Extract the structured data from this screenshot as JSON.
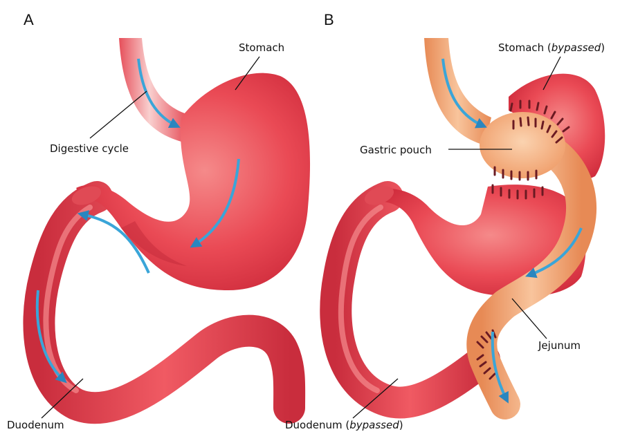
{
  "panels": {
    "a": {
      "letter": "A"
    },
    "b": {
      "letter": "B"
    }
  },
  "labels": {
    "a_stomach": "Stomach",
    "a_digestive": "Digestive cycle",
    "a_duodenum": "Duodenum",
    "b_stomach_prefix": "Stomach (",
    "b_stomach_italic": "bypassed",
    "b_stomach_suffix": ")",
    "b_pouch": "Gastric pouch",
    "b_jejunum": "Jejunum",
    "b_duo_prefix": "Duodenum (",
    "b_duo_italic": "bypassed",
    "b_duo_suffix": ")"
  },
  "colors": {
    "organ_red": "#e8414f",
    "organ_light": "#f27a7f",
    "organ_dark": "#c2283a",
    "pouch_orange": "#f0a070",
    "pouch_light": "#f8c8a0",
    "flow_arrow": "#3a9fd0",
    "staple": "#6a1a22"
  }
}
